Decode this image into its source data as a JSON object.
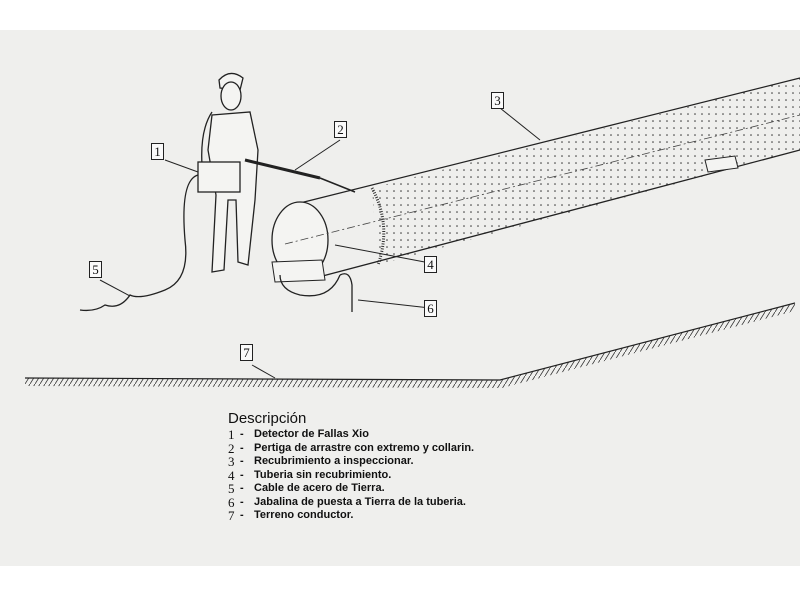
{
  "callouts": [
    "1",
    "2",
    "3",
    "4",
    "5",
    "6",
    "7"
  ],
  "description": {
    "title": "Descripción",
    "items": [
      {
        "num": "1",
        "text": "Detector de Fallas Xio"
      },
      {
        "num": "2",
        "text": "Pertiga de arrastre con extremo y collarin."
      },
      {
        "num": "3",
        "text": "Recubrimiento a inspeccionar."
      },
      {
        "num": "4",
        "text": "Tuberia sin recubrimiento."
      },
      {
        "num": "5",
        "text": "Cable de acero de Tierra."
      },
      {
        "num": "6",
        "text": "Jabalina de puesta a Tierra de la tuberia."
      },
      {
        "num": "7",
        "text": "Terreno conductor."
      }
    ]
  }
}
